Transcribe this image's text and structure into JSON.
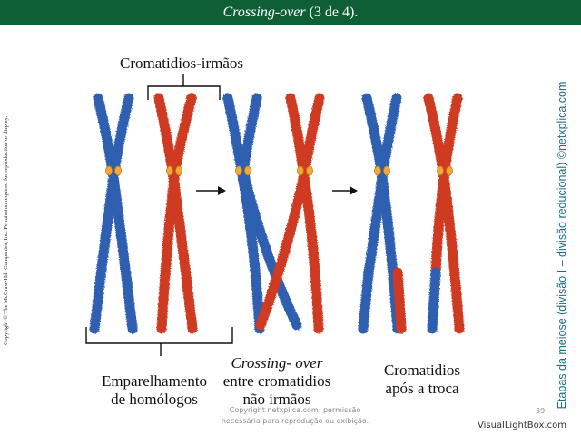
{
  "header": {
    "title_italic": "Crossing-over",
    "title_rest": " (3 de 4)."
  },
  "labels": {
    "sister_chromatids": "Cromatidios-irmãos",
    "pairing_line1": "Emparelhamento",
    "pairing_line2": "de homólogos",
    "crossing_line1_italic": "Crossing- over",
    "crossing_line2": "entre cromatidios",
    "crossing_line3": "não irmãos",
    "after_line1": "Cromatidios",
    "after_line2": "após a troca"
  },
  "side_caption": "Etapas da meiose (divisão I – divisão reducional) ©netxplica.com",
  "copyright_vertical": "Copyright © The McGraw-Hill Companies, Inc. Permission required for reproduction or display.",
  "footer": {
    "line1": "Copyright netxplica.com: permissão",
    "line2": "necessária para reprodução ou exibição."
  },
  "page_number": "39",
  "watermark": "VisualLightBox.com",
  "colors": {
    "title_bg": "#0f5f36",
    "blue_chromatid": "#2f5fb0",
    "red_chromatid": "#cf3a23",
    "centromere": "#f0a93a",
    "side_caption": "#1d6b84"
  }
}
